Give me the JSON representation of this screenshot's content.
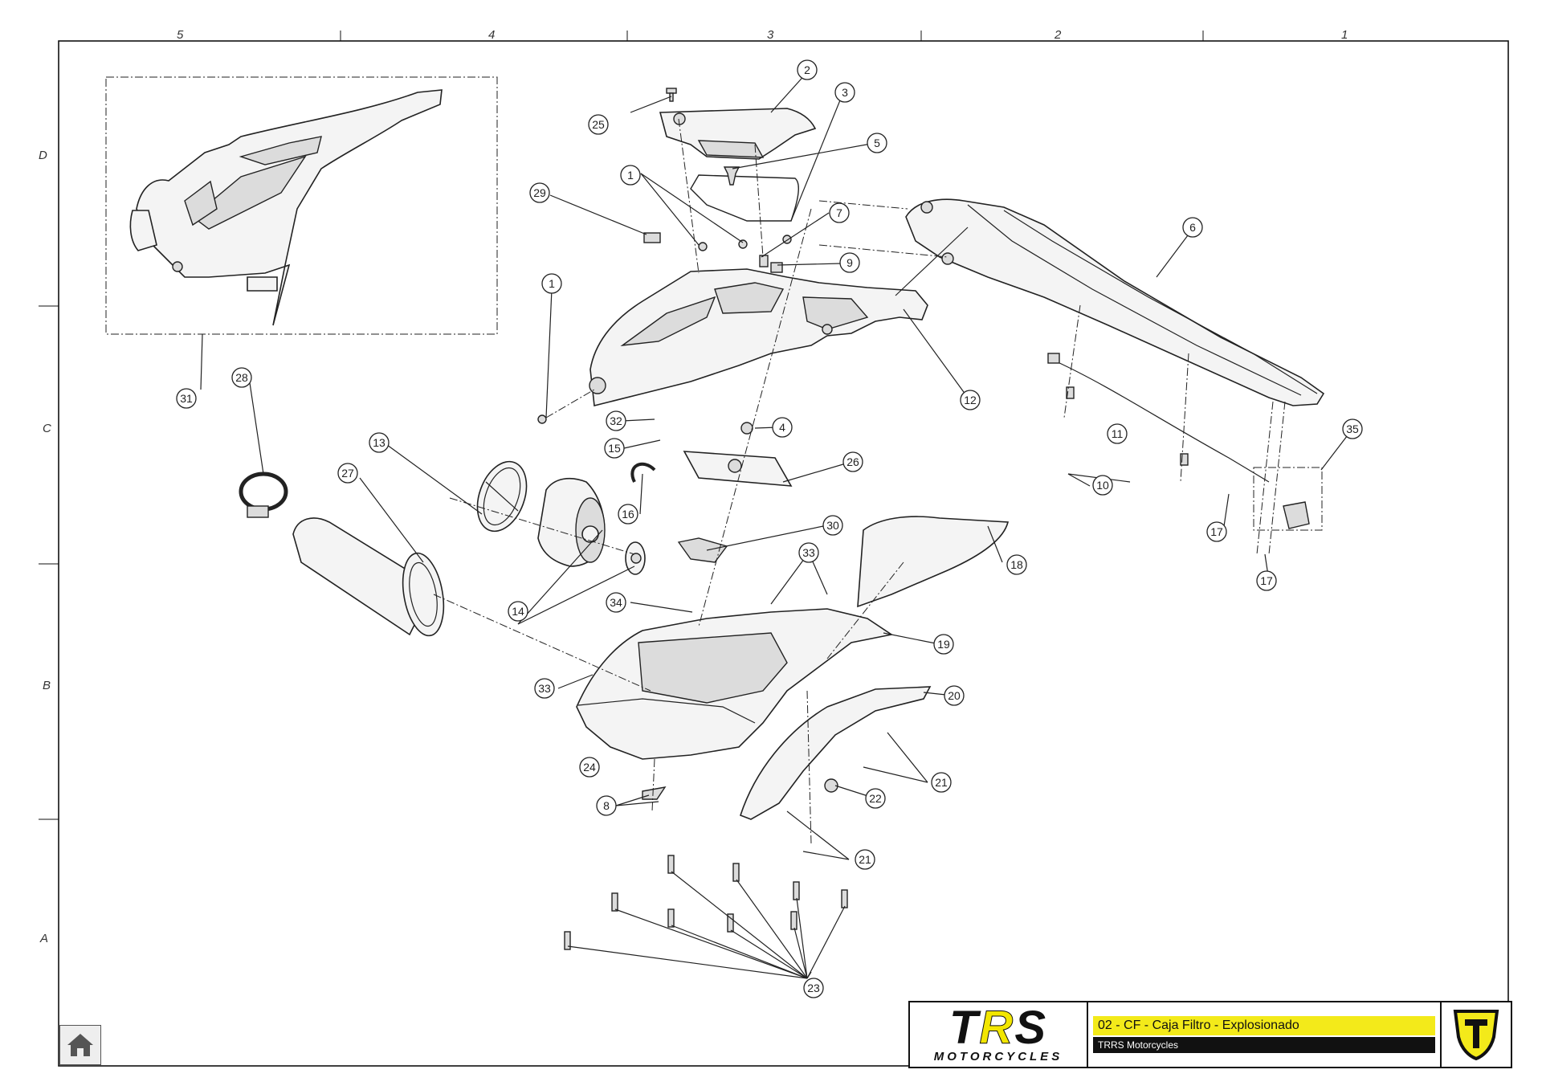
{
  "sheet": {
    "zones_top": [
      "5",
      "4",
      "3",
      "2",
      "1"
    ],
    "zones_left": [
      "D",
      "C",
      "B",
      "A"
    ]
  },
  "callouts": [
    "1",
    "1",
    "2",
    "3",
    "4",
    "5",
    "6",
    "7",
    "8",
    "9",
    "10",
    "11",
    "12",
    "13",
    "14",
    "15",
    "16",
    "17",
    "17",
    "18",
    "19",
    "20",
    "21",
    "21",
    "22",
    "23",
    "24",
    "25",
    "26",
    "27",
    "28",
    "29",
    "30",
    "31",
    "32",
    "33",
    "33",
    "34",
    "35"
  ],
  "title_block": {
    "logo_main": "TRS",
    "logo_sub": "MOTORCYCLES",
    "drawing_title": "02 - CF - Caja Filtro - Explosionado",
    "company": "TRRS Motorcycles",
    "emblem_icon": "trrs-shield-icon",
    "accent_color": "#f3ea1a"
  },
  "nav": {
    "home_icon": "home-icon"
  }
}
